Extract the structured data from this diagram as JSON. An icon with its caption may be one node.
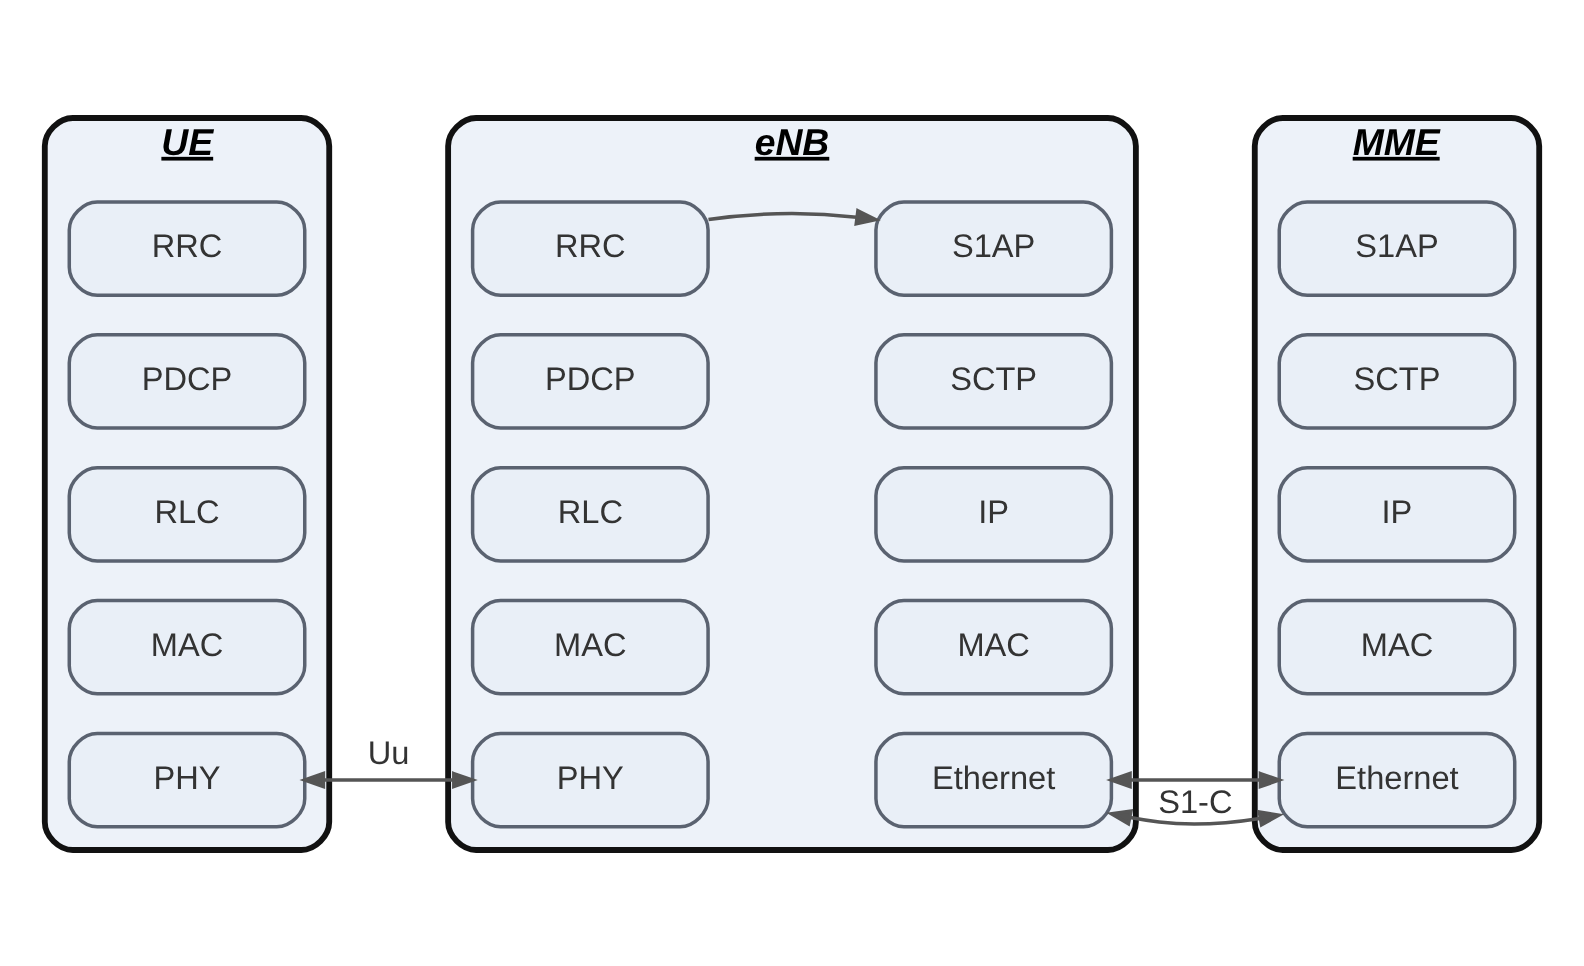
{
  "diagram": {
    "nodes": [
      {
        "text": [
          "UE"
        ]
      },
      {
        "text": [
          "RRC"
        ],
        "in": 0
      },
      {
        "text": [
          "PDCP"
        ],
        "in": 0
      },
      {
        "text": [
          "RLC"
        ],
        "in": 0
      },
      {
        "text": [
          "MAC"
        ],
        "in": 0
      },
      {
        "text": [
          "PHY"
        ],
        "in": 0
      },
      {
        "text": [
          "eNB"
        ]
      },
      {
        "text": [
          "RRC"
        ],
        "in": 6
      },
      {
        "text": [
          "S1AP"
        ],
        "in": 6
      },
      {
        "text": [
          "PDCP"
        ],
        "in": 6
      },
      {
        "text": [
          "SCTP"
        ],
        "in": 6
      },
      {
        "text": [
          "RLC"
        ],
        "in": 6
      },
      {
        "text": [
          "IP"
        ],
        "in": 6
      },
      {
        "text": [
          "MAC"
        ],
        "in": 6
      },
      {
        "text": [
          "MAC"
        ],
        "in": 6
      },
      {
        "text": [
          "PHY"
        ],
        "in": 6
      },
      {
        "text": [
          "Ethernet"
        ],
        "in": 6
      },
      {
        "text": [
          "MME"
        ]
      },
      {
        "text": [
          "S1AP"
        ],
        "in": 17
      },
      {
        "text": [
          "SCTP"
        ],
        "in": 17
      },
      {
        "text": [
          "IP"
        ],
        "in": 17
      },
      {
        "text": [
          "MAC"
        ],
        "in": 17
      },
      {
        "text": [
          "Ethernet"
        ],
        "in": 17
      }
    ],
    "edges": [
      {
        "from": 7,
        "to": 8,
        "arrow": "to"
      },
      {
        "from": 5,
        "to": 15,
        "arrow": "both",
        "label": "Uu"
      },
      {
        "from": 16,
        "to": 22,
        "arrow": "both",
        "label": "S1-C"
      }
    ]
  }
}
